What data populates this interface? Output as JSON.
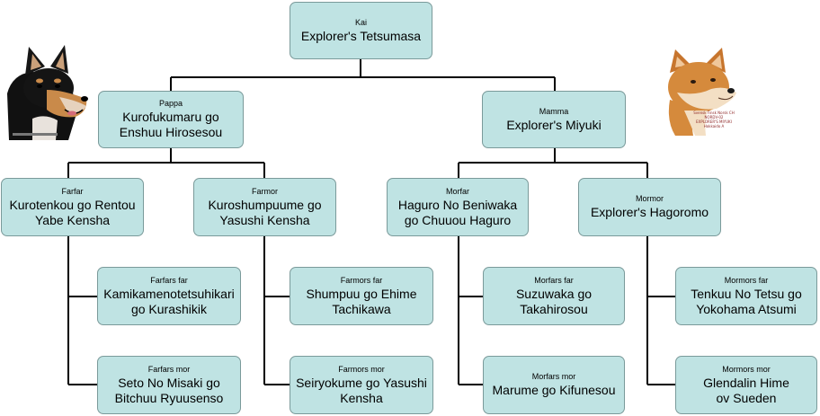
{
  "root": {
    "role": "Kai",
    "name": "Explorer's Tetsumasa"
  },
  "sire": {
    "role": "Pappa",
    "name": "Kurofukumaru go Enshuu Hirosesou"
  },
  "dam": {
    "role": "Mamma",
    "name": "Explorer's Miyuki"
  },
  "sire_sire": {
    "role": "Farfar",
    "name": "Kurotenkou go Rentou Yabe Kensha"
  },
  "sire_dam": {
    "role": "Farmor",
    "name": "Kuroshumpuume go Yasushi Kensha"
  },
  "dam_sire": {
    "role": "Morfar",
    "name": "Haguro No Beniwaka go Chuuou Haguro"
  },
  "dam_dam": {
    "role": "Mormor",
    "name": "Explorer's Hagoromo"
  },
  "ss_sire": {
    "role": "Farfars far",
    "name": "Kamikamenotetsuhikari go Kurashikik"
  },
  "ss_dam": {
    "role": "Farfars mor",
    "name": "Seto No Misaki go Bitchuu Ryuusenso"
  },
  "sd_sire": {
    "role": "Farmors far",
    "name": "Shumpuu go Ehime Tachikawa"
  },
  "sd_dam": {
    "role": "Farmors mor",
    "name": "Seiryokume go Yasushi Kensha"
  },
  "ds_sire": {
    "role": "Morfars far",
    "name": "Suzuwaka go Takahirosou"
  },
  "ds_dam": {
    "role": "Morfars mor",
    "name": "Marume go Kifunesou"
  },
  "dd_sire": {
    "role": "Mormors far",
    "name": "Tenkuu No Tetsu go Yokohama Atsumi"
  },
  "dd_dam": {
    "role": "Mormors mor",
    "name": "Glendalin Hime ov Sueden"
  },
  "photos": {
    "left_icon": "black-and-tan-shiba-photo",
    "right_icon": "red-shiba-photo",
    "right_caption": [
      "Svensk Finsk Norsk CH",
      "NORDV-02",
      "EXPLORER'S MIYUKI",
      "Hokkaido A"
    ]
  },
  "colors": {
    "node_fill": "#bfe3e3",
    "node_border": "#7a9a9a",
    "line": "#000000"
  }
}
